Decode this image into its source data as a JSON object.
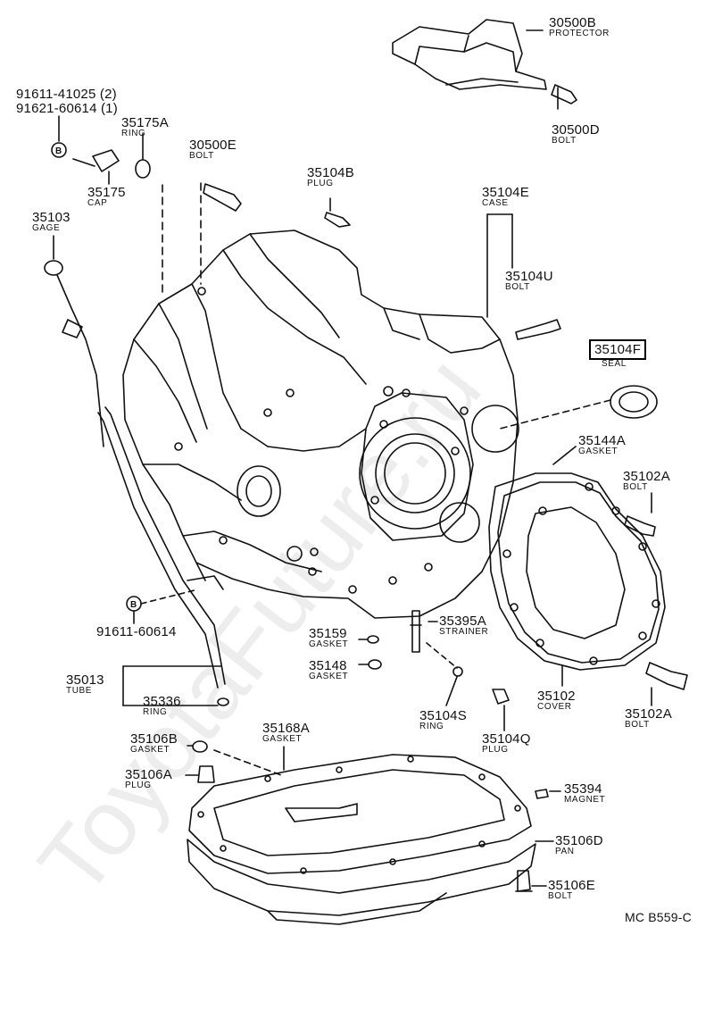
{
  "title_code": "MC B559-C",
  "watermark": "ToyotaFuture.ru",
  "highlight_color": "#000000",
  "parts": [
    {
      "id": "30500B",
      "name": "PROTECTOR"
    },
    {
      "id": "30500D",
      "name": "BOLT"
    },
    {
      "id": "91611-41025 (2)",
      "name": ""
    },
    {
      "id": "91621-60614 (1)",
      "name": ""
    },
    {
      "id": "35175A",
      "name": "RING"
    },
    {
      "id": "35175",
      "name": "CAP"
    },
    {
      "id": "30500E",
      "name": "BOLT"
    },
    {
      "id": "35104B",
      "name": "PLUG"
    },
    {
      "id": "35103",
      "name": "GAGE"
    },
    {
      "id": "35104E",
      "name": "CASE"
    },
    {
      "id": "35104U",
      "name": "BOLT"
    },
    {
      "id": "35104F",
      "name": "SEAL"
    },
    {
      "id": "35144A",
      "name": "GASKET"
    },
    {
      "id": "35102A",
      "name": "BOLT"
    },
    {
      "id": "91611-60614",
      "name": ""
    },
    {
      "id": "35395A",
      "name": "STRAINER"
    },
    {
      "id": "35159",
      "name": "GASKET"
    },
    {
      "id": "35148",
      "name": "GASKET"
    },
    {
      "id": "35013",
      "name": "TUBE"
    },
    {
      "id": "35336",
      "name": "RING"
    },
    {
      "id": "35104S",
      "name": "RING"
    },
    {
      "id": "35104Q",
      "name": "PLUG"
    },
    {
      "id": "35102",
      "name": "COVER"
    },
    {
      "id": "35102A",
      "name": "BOLT"
    },
    {
      "id": "35106B",
      "name": "GASKET"
    },
    {
      "id": "35168A",
      "name": "GASKET"
    },
    {
      "id": "35106A",
      "name": "PLUG"
    },
    {
      "id": "35394",
      "name": "MAGNET"
    },
    {
      "id": "35106D",
      "name": "PAN"
    },
    {
      "id": "35106E",
      "name": "BOLT"
    }
  ],
  "callout_marker": "B"
}
